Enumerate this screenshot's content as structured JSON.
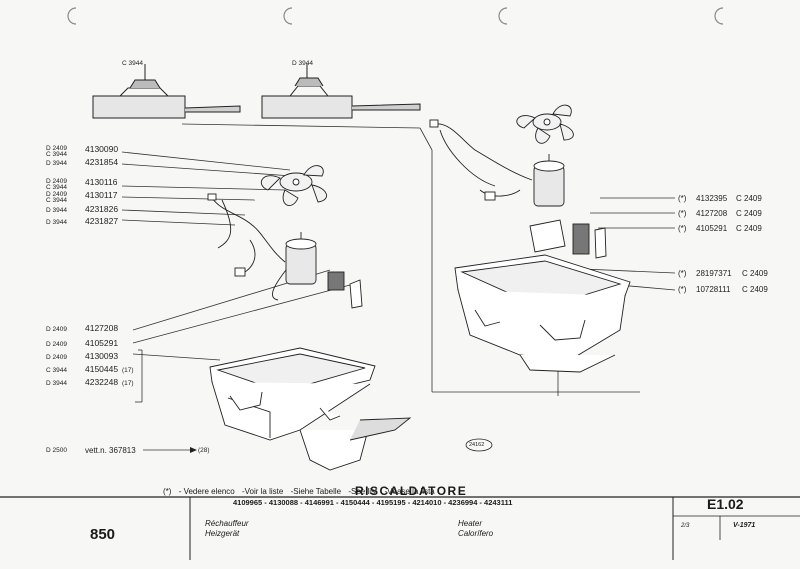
{
  "sections": {
    "top_left": "C 3944",
    "top_center": "D 3944"
  },
  "left_parts": [
    {
      "codes": [
        "D 2409",
        "C 3944"
      ],
      "part": "4130090"
    },
    {
      "codes": [
        "D 3944"
      ],
      "part": "4231854"
    },
    {
      "codes": [
        "D 2409",
        "C 3944"
      ],
      "part": "4130116"
    },
    {
      "codes": [
        "D 2409",
        "C 3944"
      ],
      "part": "4130117"
    },
    {
      "codes": [
        "D 3944"
      ],
      "part": "4231826"
    },
    {
      "codes": [
        "D 3944"
      ],
      "part": "4231827"
    }
  ],
  "left_lower_parts": [
    {
      "code": "D 2409",
      "part": "4127208",
      "note": ""
    },
    {
      "code": "D 2409",
      "part": "4105291",
      "note": ""
    },
    {
      "code": "D 2409",
      "part": "4130093",
      "note": ""
    },
    {
      "code": "C 3944",
      "part": "4150445",
      "note": "(17)"
    },
    {
      "code": "D 3944",
      "part": "4232248",
      "note": "(17)"
    }
  ],
  "vehicle_note": {
    "code": "D 2500",
    "text": "vett.n. 367813",
    "ref": "(28)"
  },
  "right_parts": [
    {
      "mark": "(*)",
      "part": "4132395",
      "code": "C 2409"
    },
    {
      "mark": "(*)",
      "part": "4127208",
      "code": "C 2409"
    },
    {
      "mark": "(*)",
      "part": "4105291",
      "code": "C 2409"
    },
    {
      "mark": "(*)",
      "part": "28197371",
      "code": "C 2409"
    },
    {
      "mark": "(*)",
      "part": "10728111",
      "code": "C 2409"
    }
  ],
  "drawing_ref": "24162",
  "legend": {
    "mark": "(*)",
    "it": "- Vedere elenco",
    "fr": "-Voir la liste",
    "de": "-Siehe Tabelle",
    "en": "-See list",
    "es": "-Véase la lista"
  },
  "title_block": {
    "model": "850",
    "title": "RISCALDATORE",
    "part_numbers": "4109965 - 4130088 - 4146991 - 4150444 - 4195195 - 4214010 - 4236994 - 4243111",
    "fr": "Réchauffeur",
    "de": "Heizgerät",
    "en": "Heater",
    "es": "Calorífero",
    "sheet": "E1.02",
    "page": "2/3",
    "date": "V-1971"
  }
}
